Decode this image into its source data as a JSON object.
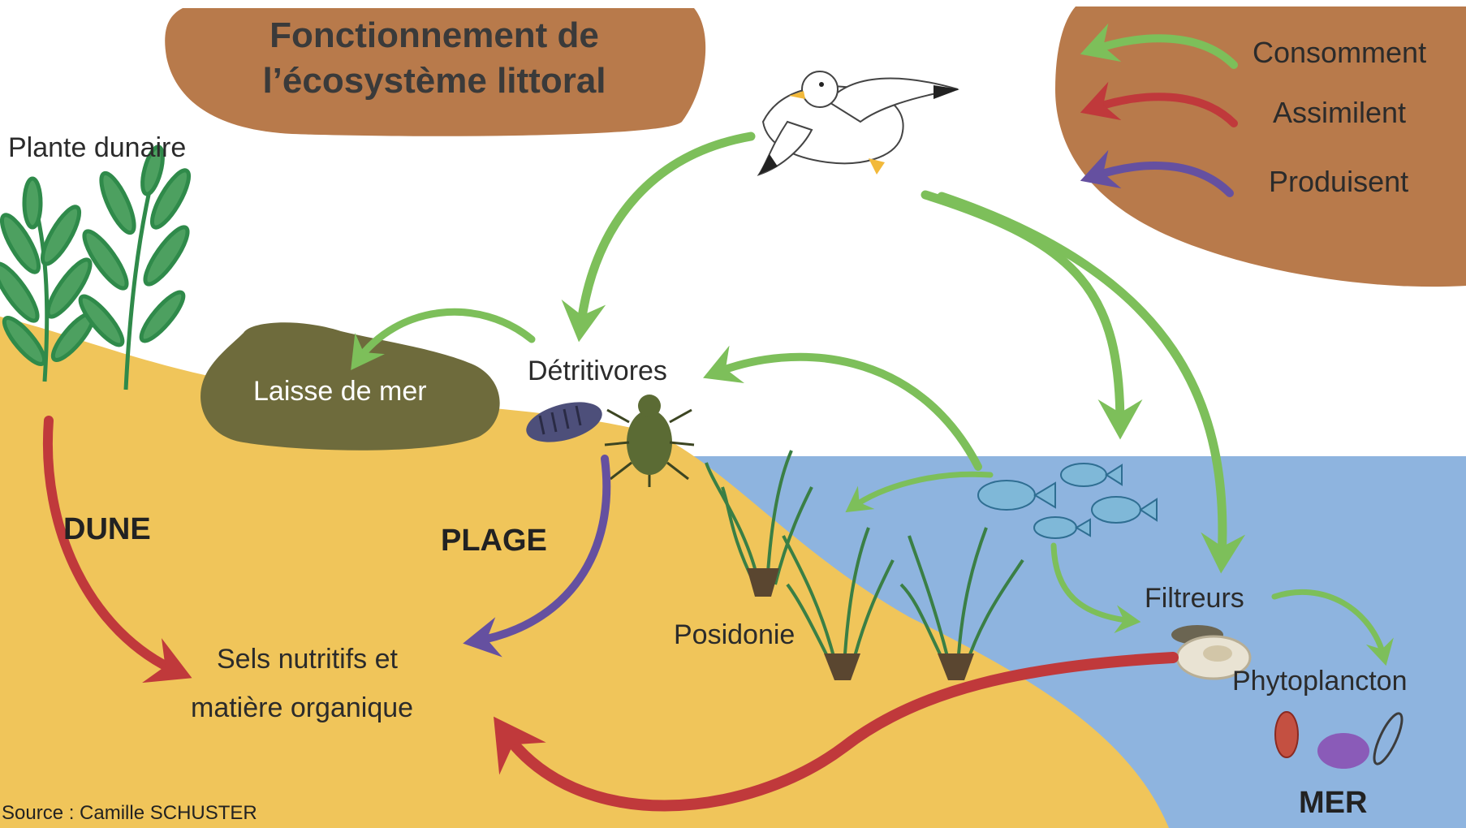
{
  "title": {
    "line1": "Fonctionnement de",
    "line2": "l’écosystème littoral"
  },
  "legend": {
    "items": [
      {
        "label": "Consomment",
        "color": "#7dbf5a",
        "icon": "green-arrow-icon"
      },
      {
        "label": "Assimilent",
        "color": "#c0393b",
        "icon": "red-arrow-icon"
      },
      {
        "label": "Produisent",
        "color": "#6550a0",
        "icon": "purple-arrow-icon"
      }
    ]
  },
  "nodes": {
    "plante_dunaire": "Plante dunaire",
    "laisse_de_mer": "Laisse de mer",
    "detritivores": "Détritivores",
    "posidonie": "Posidonie",
    "filtreurs": "Filtreurs",
    "phytoplancton": "Phytoplancton",
    "sels": "Sels nutritifs et",
    "sels2": "matière organique"
  },
  "zones": {
    "dune": "DUNE",
    "plage": "PLAGE",
    "mer": "MER"
  },
  "source": "Source : Camille SCHUSTER",
  "colors": {
    "sand": "#f0c55a",
    "sea": "#8eb4df",
    "brown_panel": "#b87a4b",
    "wrack": "#6e6b3c",
    "consume": "#7dbf5a",
    "assimilate": "#c0393b",
    "produce": "#6550a0"
  }
}
